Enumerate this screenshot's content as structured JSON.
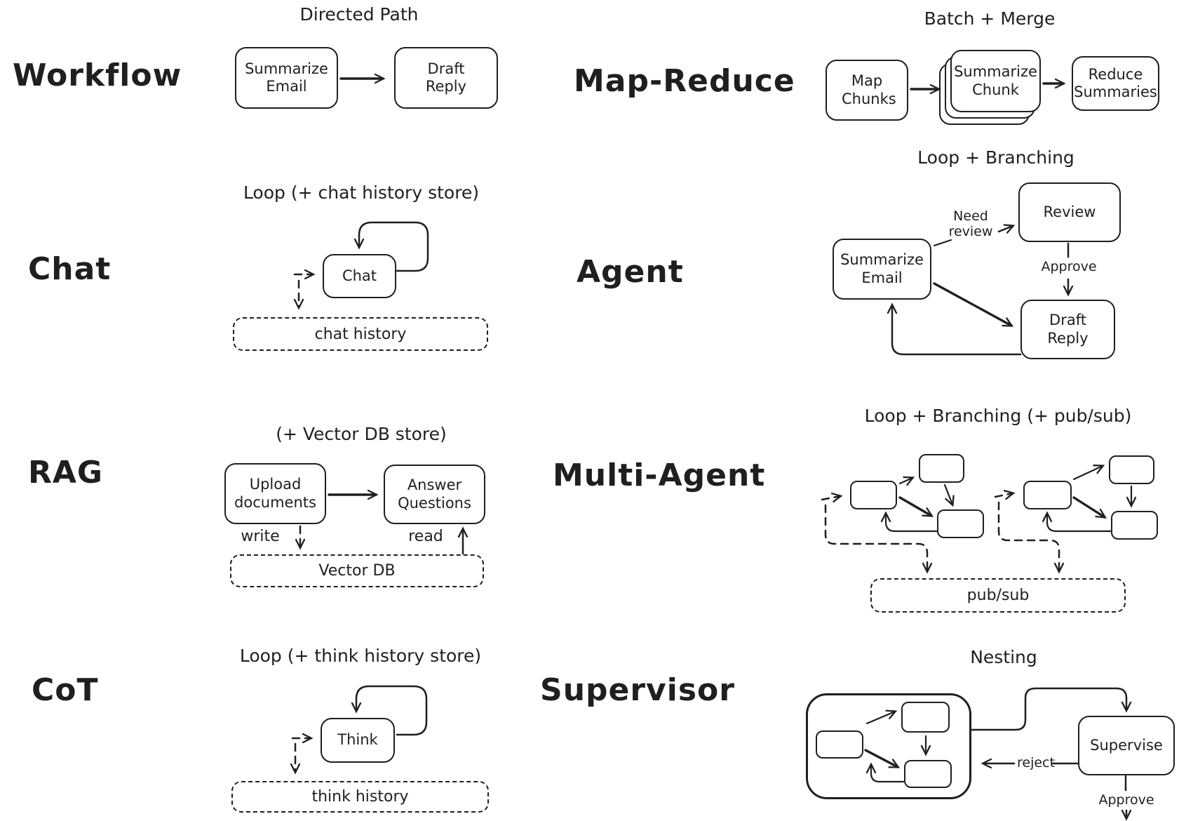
{
  "colors": {
    "ink": "#1f1f1f",
    "paper": "#ffffff"
  },
  "sections": {
    "workflow": {
      "label": "Workflow",
      "title": "Directed Path",
      "node_a": "Summarize Email",
      "node_b": "Draft Reply"
    },
    "map_reduce": {
      "label": "Map-Reduce",
      "title": "Batch + Merge",
      "node_a": "Map Chunks",
      "node_b": "Summarize Chunk",
      "node_c": "Reduce Summaries"
    },
    "chat": {
      "label": "Chat",
      "title": "Loop (+ chat history store)",
      "node": "Chat",
      "store": "chat history"
    },
    "agent": {
      "label": "Agent",
      "title": "Loop + Branching",
      "node_summarize": "Summarize Email",
      "node_review": "Review",
      "node_draft": "Draft Reply",
      "edge_need_review": "Need review",
      "edge_approve": "Approve"
    },
    "rag": {
      "label": "RAG",
      "title": "(+ Vector DB store)",
      "node_upload": "Upload documents",
      "node_answer": "Answer Questions",
      "edge_write": "write",
      "edge_read": "read",
      "store": "Vector DB"
    },
    "multi_agent": {
      "label": "Multi-Agent",
      "title": "Loop + Branching (+ pub/sub)",
      "store": "pub/sub"
    },
    "cot": {
      "label": "CoT",
      "title": "Loop (+ think history store)",
      "node": "Think",
      "store": "think history"
    },
    "supervisor": {
      "label": "Supervisor",
      "title": "Nesting",
      "node_supervise": "Supervise",
      "edge_reject": "reject",
      "edge_approve": "Approve"
    }
  }
}
